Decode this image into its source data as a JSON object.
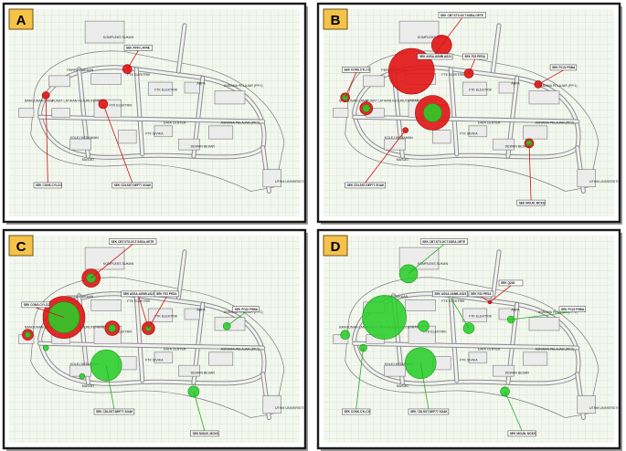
{
  "panels": [
    {
      "letter": "A",
      "buildings": [
        {
          "label": "KOMPLEKS SUKAN"
        },
        {
          "label": "PERPUSTAKAAN"
        },
        {
          "label": "FTK ELEKTRIK"
        },
        {
          "label": "FTK ELEKTRIK"
        },
        {
          "label": "FTK ELEKTRIK"
        },
        {
          "label": "ARPA"
        },
        {
          "label": "ASRAMA PELAJAR (PP.1)"
        },
        {
          "label": "ASRAMA PELAJAR (PP.2)"
        },
        {
          "label": "DATA CENTER"
        },
        {
          "label": "FTK SIVIKA"
        },
        {
          "label": "DEWAN BESAR"
        },
        {
          "label": "MASJID"
        },
        {
          "label": "UTHM UNIVERSITI"
        },
        {
          "label": "BANGUNAN LAMA"
        },
        {
          "label": "PUSAT LATIHAN KEJURUTERAAN"
        },
        {
          "label": "KOLEJ KEDIAMAN"
        }
      ],
      "callouts": [
        {
          "text": "SEK AYIN LATRE"
        },
        {
          "text": "SEK CONS.CYLCO"
        },
        {
          "text": "SEK CDLSST.DEF77.SOAK"
        }
      ],
      "circles": [
        {
          "color": "#e01010",
          "gx": 0.41,
          "gy": 0.3,
          "r": 5
        },
        {
          "color": "#e01010",
          "gx": 0.14,
          "gy": 0.42,
          "r": 4
        },
        {
          "color": "#e01010",
          "gx": 0.33,
          "gy": 0.46,
          "r": 5
        }
      ]
    },
    {
      "letter": "B",
      "buildings": [
        {
          "label": "KOMPLEKS SUKAN"
        },
        {
          "label": "PERPUSTAKAAN"
        },
        {
          "label": "FTK ELEKTRIK"
        },
        {
          "label": "FTK ELEKTRIK"
        },
        {
          "label": "FTK ELEKTRIK"
        },
        {
          "label": "ARPA"
        },
        {
          "label": "ASRAMA PELAJAR (PP.1)"
        },
        {
          "label": "ASRAMA PELAJAR (PP.2)"
        },
        {
          "label": "DATA CENTER"
        },
        {
          "label": "FTK SIVIKA"
        },
        {
          "label": "DEWAN BESAR"
        },
        {
          "label": "MASJID"
        },
        {
          "label": "UTHM UNIVERSITI"
        },
        {
          "label": "BANGUNAN LAMA"
        },
        {
          "label": "PUSAT LATIHAN KEJURUTERAAN"
        },
        {
          "label": "KOLEJ KEDIAMAN"
        }
      ],
      "callouts": [
        {
          "text": "SEK CBT.STS.DCT.SSEA.OETE"
        },
        {
          "text": "SEK ASSA.ASNB.AS23"
        },
        {
          "text": "SEK F23 PESA"
        },
        {
          "text": "SEK PC22 PSBA"
        },
        {
          "text": "SEK CONS.CYLCO"
        },
        {
          "text": "SEK CDLSST.DEF77.SOAK"
        },
        {
          "text": "SEK MOUN. MCKS"
        }
      ],
      "circles": [
        {
          "color": "#e01010",
          "gx": 0.41,
          "gy": 0.19,
          "r": 11
        },
        {
          "color": "#e01010",
          "gx": 0.31,
          "gy": 0.31,
          "r": 25
        },
        {
          "color": "#e01010",
          "gx": 0.5,
          "gy": 0.32,
          "r": 5
        },
        {
          "color": "#e01010",
          "gx": 0.73,
          "gy": 0.37,
          "r": 4
        },
        {
          "color": "#e01010",
          "gx": 0.09,
          "gy": 0.43,
          "r": 5
        },
        {
          "color": "#e01010",
          "gx": 0.16,
          "gy": 0.48,
          "r": 7
        },
        {
          "color": "#e01010",
          "gx": 0.38,
          "gy": 0.5,
          "r": 19
        },
        {
          "color": "#e01010",
          "gx": 0.29,
          "gy": 0.58,
          "r": 3
        },
        {
          "color": "#e01010",
          "gx": 0.7,
          "gy": 0.64,
          "r": 5
        },
        {
          "color": "#22cc22",
          "gx": 0.38,
          "gy": 0.5,
          "r": 10
        },
        {
          "color": "#22cc22",
          "gx": 0.09,
          "gy": 0.43,
          "r": 3
        },
        {
          "color": "#22cc22",
          "gx": 0.16,
          "gy": 0.48,
          "r": 4
        },
        {
          "color": "#22cc22",
          "gx": 0.7,
          "gy": 0.64,
          "r": 3
        }
      ]
    },
    {
      "letter": "C",
      "buildings": [
        {
          "label": "KOMPLEKS SUKAN"
        },
        {
          "label": "PERPUSTAKAAN"
        },
        {
          "label": "FTK ELEKTRIK"
        },
        {
          "label": "FTK ELEKTRIK"
        },
        {
          "label": "FTK ELEKTRIK"
        },
        {
          "label": "ARPA"
        },
        {
          "label": "ASRAMA PELAJAR (PP.1)"
        },
        {
          "label": "ASRAMA PELAJAR (PP.2)"
        },
        {
          "label": "DATA CENTER"
        },
        {
          "label": "FTK SIVIKA"
        },
        {
          "label": "DEWAN BESAR"
        },
        {
          "label": "MASJID"
        },
        {
          "label": "UTHM UNIVERSITI"
        },
        {
          "label": "BANGUNAN LAMA"
        },
        {
          "label": "PUSAT LATIHAN KEJURUTERAAN"
        },
        {
          "label": "KOLEJ KEDIAMAN"
        }
      ],
      "callouts": [
        {
          "text": "SEK CBT.STS.DCT.SSEA.OETE"
        },
        {
          "text": "SEK ASSA.ASNB.AS23"
        },
        {
          "text": "SEK F23 PESA"
        },
        {
          "text": "SEK PC22 PSBA"
        },
        {
          "text": "SEK CONS.CYLCO"
        },
        {
          "text": "SEK CDLSST.DEF77.SOAK"
        },
        {
          "text": "SEK MOUN. MCKS"
        }
      ],
      "circles": [
        {
          "color": "#e01010",
          "gx": 0.29,
          "gy": 0.22,
          "r": 10
        },
        {
          "color": "#e01010",
          "gx": 0.2,
          "gy": 0.4,
          "r": 23
        },
        {
          "color": "#e01010",
          "gx": 0.36,
          "gy": 0.45,
          "r": 8
        },
        {
          "color": "#e01010",
          "gx": 0.48,
          "gy": 0.45,
          "r": 7
        },
        {
          "color": "#e01010",
          "gx": 0.08,
          "gy": 0.48,
          "r": 6
        },
        {
          "color": "#22cc22",
          "gx": 0.29,
          "gy": 0.22,
          "r": 5
        },
        {
          "color": "#22cc22",
          "gx": 0.2,
          "gy": 0.4,
          "r": 17
        },
        {
          "color": "#22cc22",
          "gx": 0.36,
          "gy": 0.45,
          "r": 4
        },
        {
          "color": "#22cc22",
          "gx": 0.48,
          "gy": 0.45,
          "r": 3
        },
        {
          "color": "#22cc22",
          "gx": 0.08,
          "gy": 0.48,
          "r": 3
        },
        {
          "color": "#22cc22",
          "gx": 0.74,
          "gy": 0.44,
          "r": 4
        },
        {
          "color": "#22cc22",
          "gx": 0.14,
          "gy": 0.54,
          "r": 3
        },
        {
          "color": "#22cc22",
          "gx": 0.34,
          "gy": 0.62,
          "r": 17
        },
        {
          "color": "#22cc22",
          "gx": 0.26,
          "gy": 0.67,
          "r": 3
        },
        {
          "color": "#22cc22",
          "gx": 0.63,
          "gy": 0.74,
          "r": 6
        }
      ]
    },
    {
      "letter": "D",
      "buildings": [
        {
          "label": "KOMPLEKS SUKAN"
        },
        {
          "label": "PERPUSTAKAAN"
        },
        {
          "label": "FTK ELEKTRIK"
        },
        {
          "label": "FTK ELEKTRIK"
        },
        {
          "label": "FTK ELEKTRIK"
        },
        {
          "label": "ARPA"
        },
        {
          "label": "ASRAMA PELAJAR (PP.1)"
        },
        {
          "label": "ASRAMA PELAJAR (PP.2)"
        },
        {
          "label": "DATA CENTER"
        },
        {
          "label": "FTK SIVIKA"
        },
        {
          "label": "DEWAN BESAR"
        },
        {
          "label": "MASJID"
        },
        {
          "label": "UTHM UNIVERSITI"
        },
        {
          "label": "BANGUNAN LAMA"
        },
        {
          "label": "PUSAT LATIHAN KEJURUTERAAN"
        },
        {
          "label": "KOLEJ KEDIAMAN"
        }
      ],
      "callouts": [
        {
          "text": "SEK CBT.STS.DCT.SSEA.OETE"
        },
        {
          "text": "SEK ASSA.ASNB.AS23"
        },
        {
          "text": "SEK F23 PESA"
        },
        {
          "text": "SEK PC22 PSBA"
        },
        {
          "text": "SEK Q254"
        },
        {
          "text": "SEK CONS.CYLCO"
        },
        {
          "text": "SEK CDLSST.DEF77.SOAK"
        },
        {
          "text": "SEK MOUN. MCKS"
        }
      ],
      "circles": [
        {
          "color": "#22cc22",
          "gx": 0.3,
          "gy": 0.2,
          "r": 10
        },
        {
          "color": "#22cc22",
          "gx": 0.22,
          "gy": 0.4,
          "r": 24
        },
        {
          "color": "#22cc22",
          "gx": 0.35,
          "gy": 0.44,
          "r": 6
        },
        {
          "color": "#22cc22",
          "gx": 0.5,
          "gy": 0.45,
          "r": 6
        },
        {
          "color": "#22cc22",
          "gx": 0.09,
          "gy": 0.48,
          "r": 5
        },
        {
          "color": "#22cc22",
          "gx": 0.15,
          "gy": 0.54,
          "r": 4
        },
        {
          "color": "#22cc22",
          "gx": 0.34,
          "gy": 0.61,
          "r": 17
        },
        {
          "color": "#22cc22",
          "gx": 0.64,
          "gy": 0.41,
          "r": 4
        },
        {
          "color": "#22cc22",
          "gx": 0.62,
          "gy": 0.74,
          "r": 5
        },
        {
          "color": "#e01010",
          "gx": 0.57,
          "gy": 0.33,
          "r": 2
        }
      ]
    }
  ]
}
